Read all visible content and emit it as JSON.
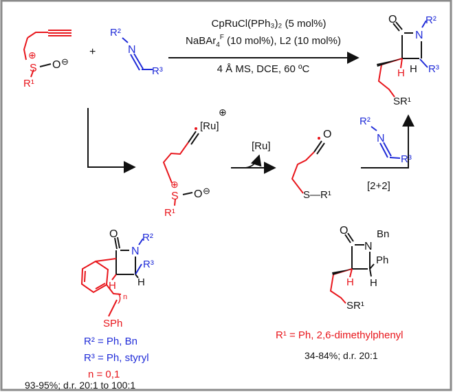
{
  "colors": {
    "red": "#e8151b",
    "blue": "#1f2bd8",
    "black": "#111111",
    "frame": "#8a8a8a"
  },
  "conditions": {
    "catalyst": "CpRuCl(PPh₃)₂ (5 mol%)",
    "additive_main": "NaBAr",
    "additive_sub": "4",
    "additive_sup": "F",
    "additive_tail": " (10 mol%), L2 (10 mol%)",
    "line3": "4 Å MS, DCE, 60 ºC"
  },
  "plus": "+",
  "labels": {
    "S": "S",
    "O": "O",
    "N": "N",
    "H": "H",
    "R1": "R¹",
    "R2": "R²",
    "R3": "R³",
    "SR1": "SR¹",
    "S_R1": "S—R¹",
    "Ru": "[Ru]",
    "Ru_released": "[Ru]",
    "cycloaddition": "[2+2]",
    "SPh": "SPh",
    "n_sub": "n",
    "Ph": "Ph",
    "Bn": "Bn",
    "plus_charge": "⊕",
    "minus_charge": "⊖"
  },
  "scope_left": {
    "r2": "R² = Ph, Bn",
    "r3": "R³ = Ph, styryl",
    "n": "n = 0,1",
    "yield": "93-95%; d.r. 20:1 to 100:1"
  },
  "scope_right": {
    "r1": "R¹ = Ph, 2,6-dimethylphenyl",
    "yield": "34-84%; d.r. 20:1"
  }
}
